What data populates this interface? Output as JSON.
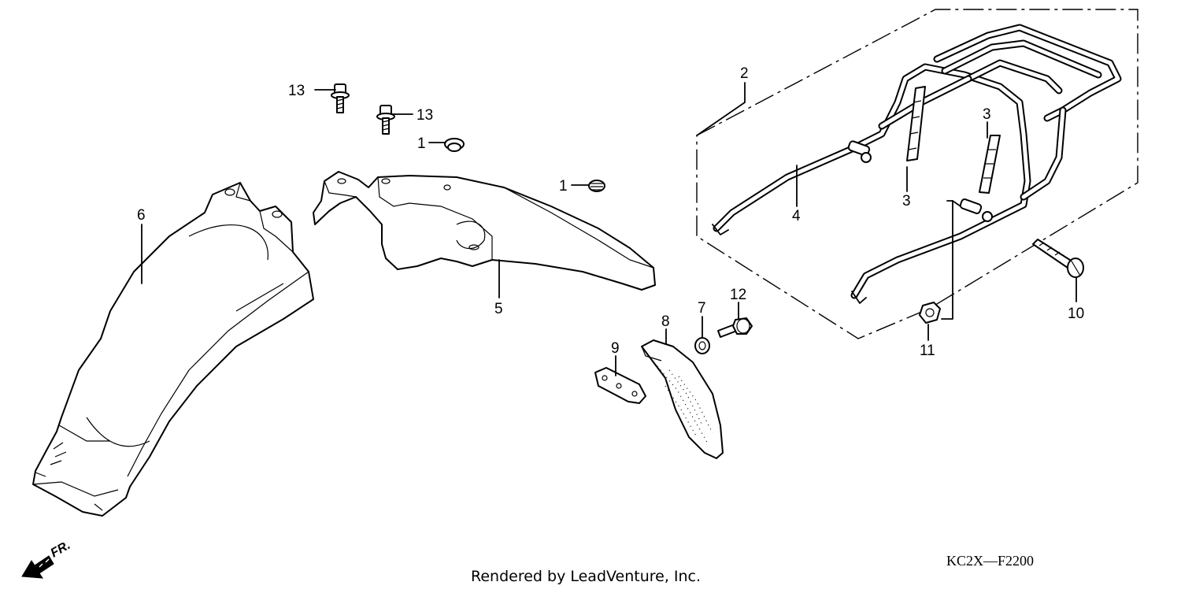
{
  "diagram": {
    "callouts": [
      {
        "id": "c13a",
        "label": "13"
      },
      {
        "id": "c13b",
        "label": "13"
      },
      {
        "id": "c1a",
        "label": "1"
      },
      {
        "id": "c1b",
        "label": "1"
      },
      {
        "id": "c6",
        "label": "6"
      },
      {
        "id": "c5",
        "label": "5"
      },
      {
        "id": "c2",
        "label": "2"
      },
      {
        "id": "c3a",
        "label": "3"
      },
      {
        "id": "c3b",
        "label": "3"
      },
      {
        "id": "c4",
        "label": "4"
      },
      {
        "id": "c10",
        "label": "10"
      },
      {
        "id": "c11",
        "label": "11"
      },
      {
        "id": "c12",
        "label": "12"
      },
      {
        "id": "c7",
        "label": "7"
      },
      {
        "id": "c8",
        "label": "8"
      },
      {
        "id": "c9",
        "label": "9"
      }
    ],
    "direction_label": "FR.",
    "part_code": "KC2X—F2200",
    "credit": "Rendered by LeadVenture, Inc."
  }
}
